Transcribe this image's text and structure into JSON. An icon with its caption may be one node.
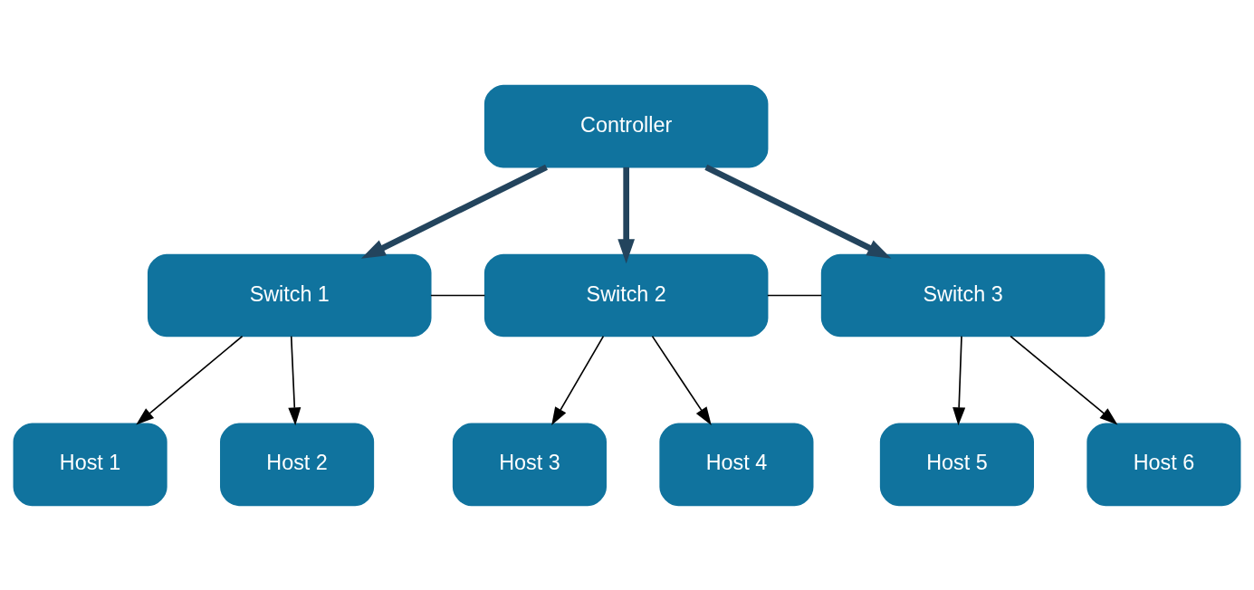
{
  "diagram": {
    "nodes": [
      {
        "text": [
          "Controller"
        ]
      },
      {
        "text": [
          "Switch 1"
        ]
      },
      {
        "text": [
          "Switch 2"
        ]
      },
      {
        "text": [
          "Switch 3"
        ]
      },
      {
        "text": [
          "Host 1"
        ]
      },
      {
        "text": [
          "Host 2"
        ]
      },
      {
        "text": [
          "Host 3"
        ]
      },
      {
        "text": [
          "Host 4"
        ]
      },
      {
        "text": [
          "Host 5"
        ]
      },
      {
        "text": [
          "Host 6"
        ]
      }
    ],
    "edges": [
      {
        "from": 0,
        "to": 1,
        "arrow": "to",
        "style": "thick",
        "color": "#23445d"
      },
      {
        "from": 0,
        "to": 2,
        "arrow": "to",
        "style": "thick",
        "color": "#23445d"
      },
      {
        "from": 0,
        "to": 3,
        "arrow": "to",
        "style": "thick",
        "color": "#23445d"
      },
      {
        "from": 1,
        "to": 2,
        "arrow": "none"
      },
      {
        "from": 2,
        "to": 3,
        "arrow": "none"
      },
      {
        "from": 1,
        "to": 4,
        "arrow": "to"
      },
      {
        "from": 1,
        "to": 5,
        "arrow": "to"
      },
      {
        "from": 2,
        "to": 6,
        "arrow": "to"
      },
      {
        "from": 2,
        "to": 7,
        "arrow": "to"
      },
      {
        "from": 3,
        "to": 8,
        "arrow": "to"
      },
      {
        "from": 3,
        "to": 9,
        "arrow": "to"
      }
    ]
  }
}
